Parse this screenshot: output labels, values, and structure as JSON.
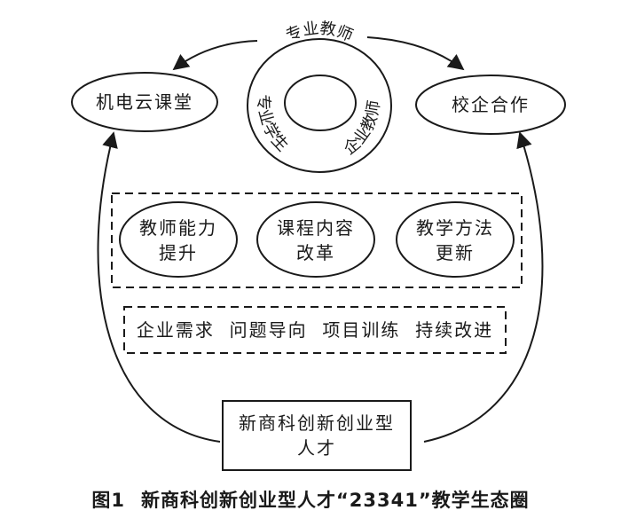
{
  "nodes": {
    "left_top": "机电云课堂",
    "right_top": "校企合作",
    "bottom": {
      "line1": "新商科创新创业型",
      "line2": "人才"
    }
  },
  "ring": {
    "top": "专业教师",
    "left": "专业学生",
    "right": "企业教师"
  },
  "reform_box": {
    "items": [
      {
        "line1": "教师能力",
        "line2": "提升"
      },
      {
        "line1": "课程内容",
        "line2": "改革"
      },
      {
        "line1": "教学方法",
        "line2": "更新"
      }
    ]
  },
  "principles_box": {
    "text": "企业需求  问题导向  项目训练  持续改进"
  },
  "caption": {
    "figure_number": "图1",
    "title": "新商科创新创业型人才“23341”教学生态圈"
  },
  "colors": {
    "stroke": "#1a1a1a",
    "background": "#ffffff"
  }
}
